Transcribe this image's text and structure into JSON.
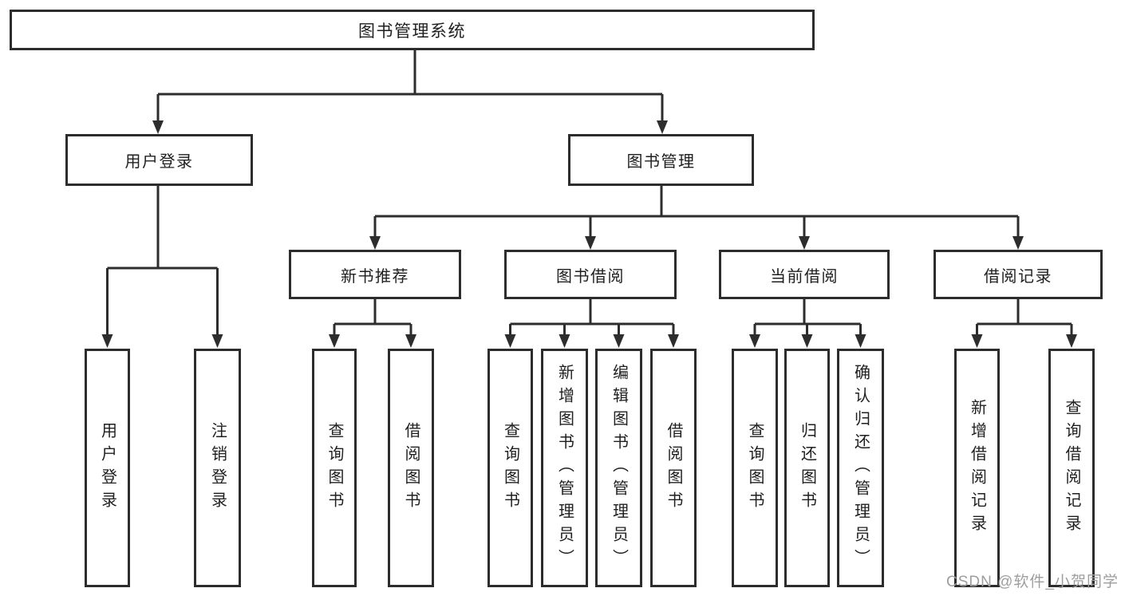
{
  "title": "图书管理系统",
  "level2": {
    "user_login": "用户登录",
    "book_mgmt": "图书管理"
  },
  "level3": {
    "new_book_rec": "新书推荐",
    "book_borrow": "图书借阅",
    "current_borrow": "当前借阅",
    "borrow_records": "借阅记录"
  },
  "level4": {
    "user_login": [
      "用户登录",
      "注销登录"
    ],
    "new_book_rec": [
      "查询图书",
      "借阅图书"
    ],
    "book_borrow": [
      "查询图书",
      "新增图书（管理员）",
      "编辑图书（管理员）",
      "借阅图书"
    ],
    "current_borrow": [
      "查询图书",
      "归还图书",
      "确认归还（管理员）"
    ],
    "borrow_records": [
      "新增借阅记录",
      "查询借阅记录"
    ]
  },
  "watermark": "CSDN @软件_小贺同学",
  "colors": {
    "line": "#2d2d2d",
    "text": "#1f1f1f",
    "box_fill": "#ffffff",
    "watermark": "#9e9e9e",
    "background": "#ffffff"
  }
}
